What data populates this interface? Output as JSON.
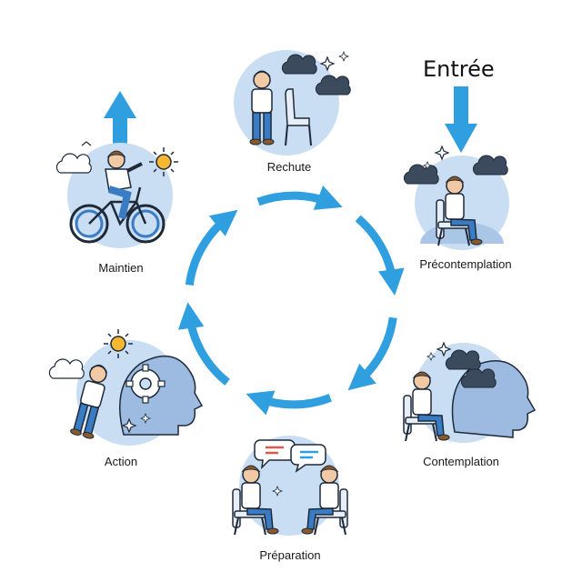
{
  "entry_label": "Entrée",
  "stages": [
    {
      "id": "rechute",
      "label": "Rechute"
    },
    {
      "id": "precontemplation",
      "label": "Précontemplation"
    },
    {
      "id": "contemplation",
      "label": "Contemplation"
    },
    {
      "id": "preparation",
      "label": "Préparation"
    },
    {
      "id": "action",
      "label": "Action"
    },
    {
      "id": "maintien",
      "label": "Maintien"
    }
  ],
  "colors": {
    "arrow": "#2f9fe0",
    "disc": "#c9def3",
    "outline": "#1e2a3a",
    "skin": "#f2c9a5",
    "hair": "#8a5a2b",
    "shirt": "#ffffff",
    "pants": "#3a7cc4",
    "cloud": "#3c4a5e",
    "sun": "#f5b82e",
    "chair": "#e7eef7"
  },
  "icons": [
    "cycle-arrows",
    "entry-arrow",
    "up-arrow",
    "cloud-icon",
    "sun-icon",
    "sparkle-icon",
    "gear-icon",
    "speech-bubble-icon",
    "chair-icon",
    "bicycle-icon",
    "head-silhouette-icon"
  ]
}
